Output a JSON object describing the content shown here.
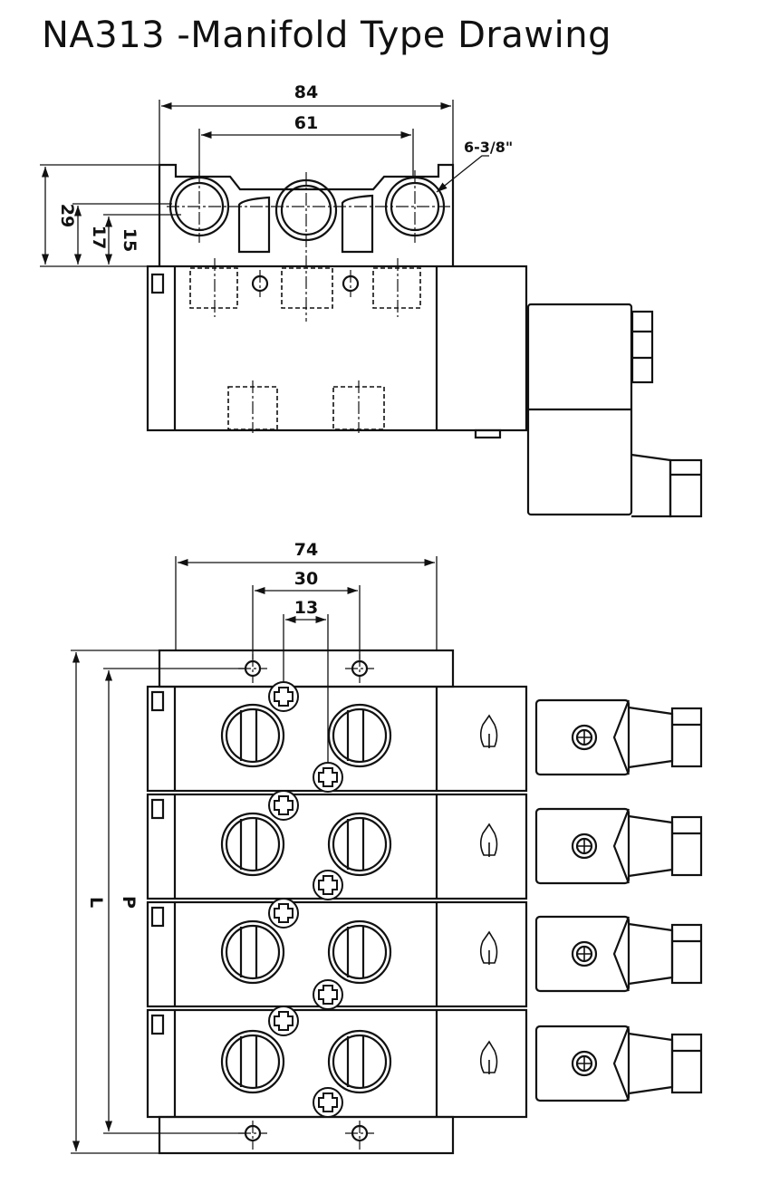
{
  "title": "NA313 -Manifold Type Drawing",
  "top_view": {
    "dim_84": "84",
    "dim_61": "61",
    "port_note": "6-3/8\"",
    "dim_29": "29",
    "dim_17": "17",
    "dim_15": "15"
  },
  "manifold_view": {
    "dim_74": "74",
    "dim_30": "30",
    "dim_13": "13",
    "dim_L": "L",
    "dim_P": "P"
  },
  "line_color": "#111111"
}
